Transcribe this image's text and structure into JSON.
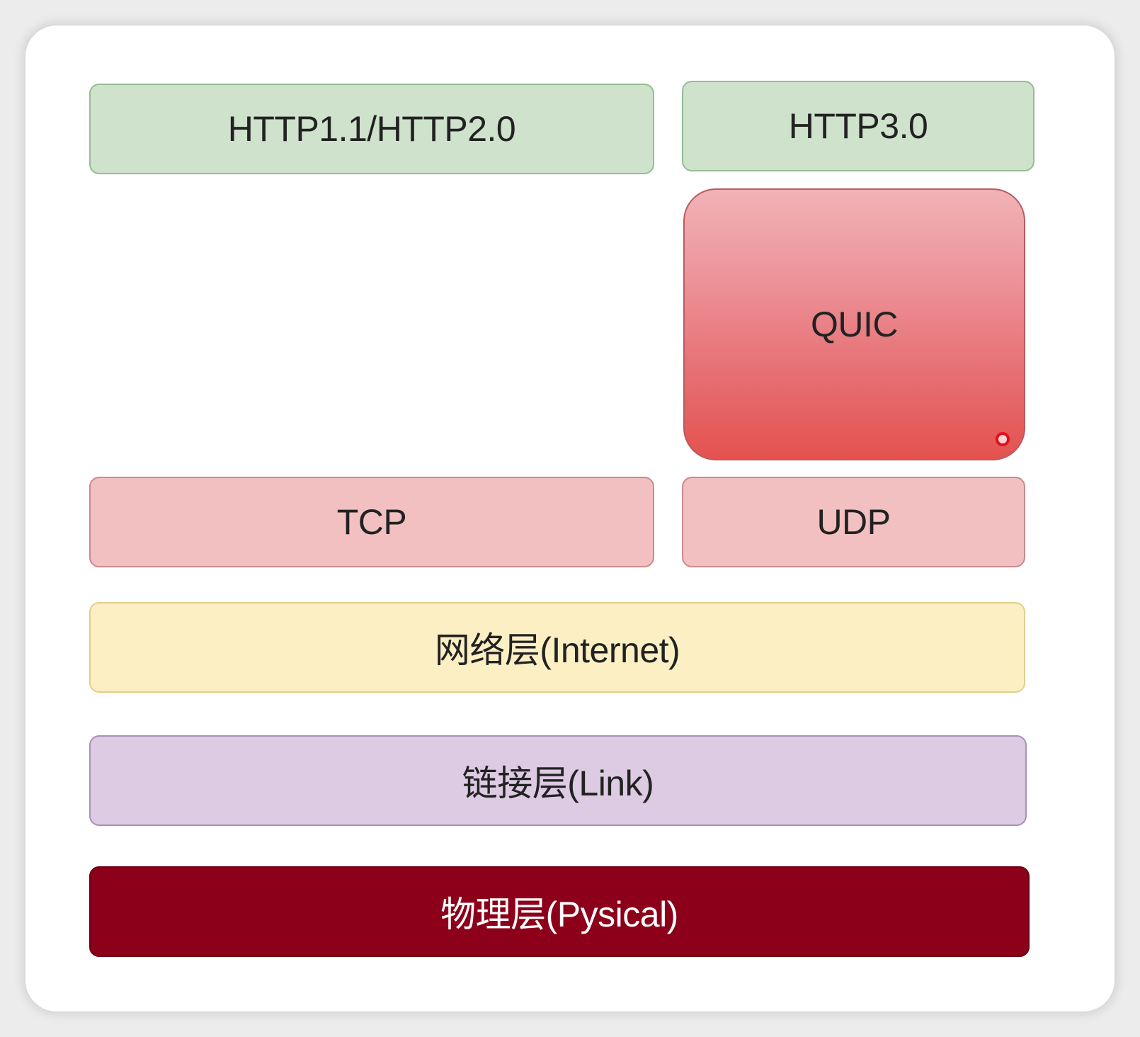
{
  "diagram": {
    "layers": {
      "http11_http2": "HTTP1.1/HTTP2.0",
      "http3": "HTTP3.0",
      "quic": "QUIC",
      "tcp": "TCP",
      "udp": "UDP",
      "internet": "网络层(Internet)",
      "link": "链接层(Link)",
      "physical": "物理层(Pysical)"
    },
    "colors": {
      "application": "#cfe2cc",
      "transport": "#f3c0c2",
      "quic_top": "#f1b3b7",
      "quic_bottom": "#e4524f",
      "internet": "#fcefc4",
      "link": "#dccbe2",
      "physical": "#8c001a"
    }
  }
}
